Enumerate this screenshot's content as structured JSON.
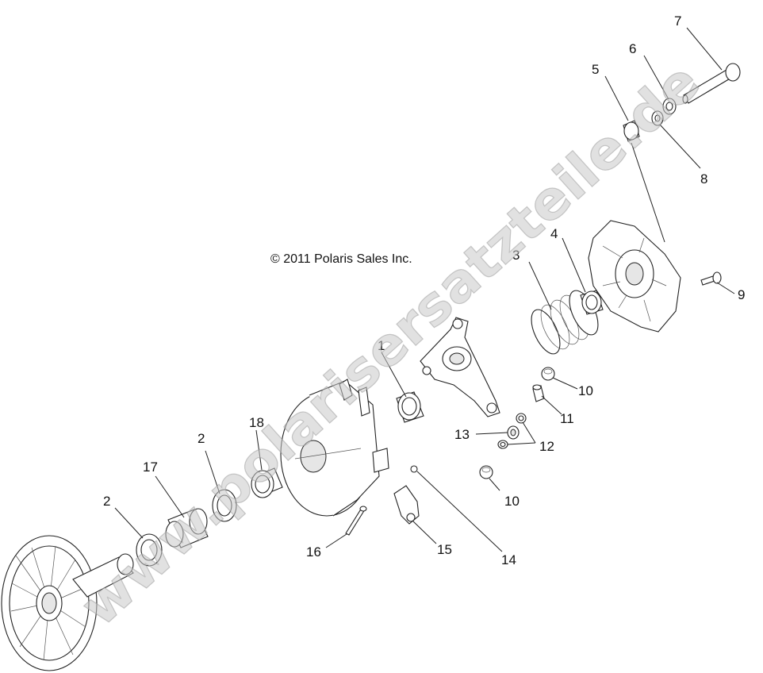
{
  "diagram": {
    "copyright": "© 2011 Polaris Sales Inc.",
    "watermark": "www.polarisersatzteile.de",
    "callouts": {
      "c1": "1",
      "c2a": "2",
      "c2b": "2",
      "c3": "3",
      "c4": "4",
      "c5": "5",
      "c6": "6",
      "c7": "7",
      "c8": "8",
      "c9": "9",
      "c10a": "10",
      "c10b": "10",
      "c11": "11",
      "c12": "12",
      "c13": "13",
      "c14": "14",
      "c15": "15",
      "c16": "16",
      "c17": "17",
      "c18": "18"
    }
  }
}
